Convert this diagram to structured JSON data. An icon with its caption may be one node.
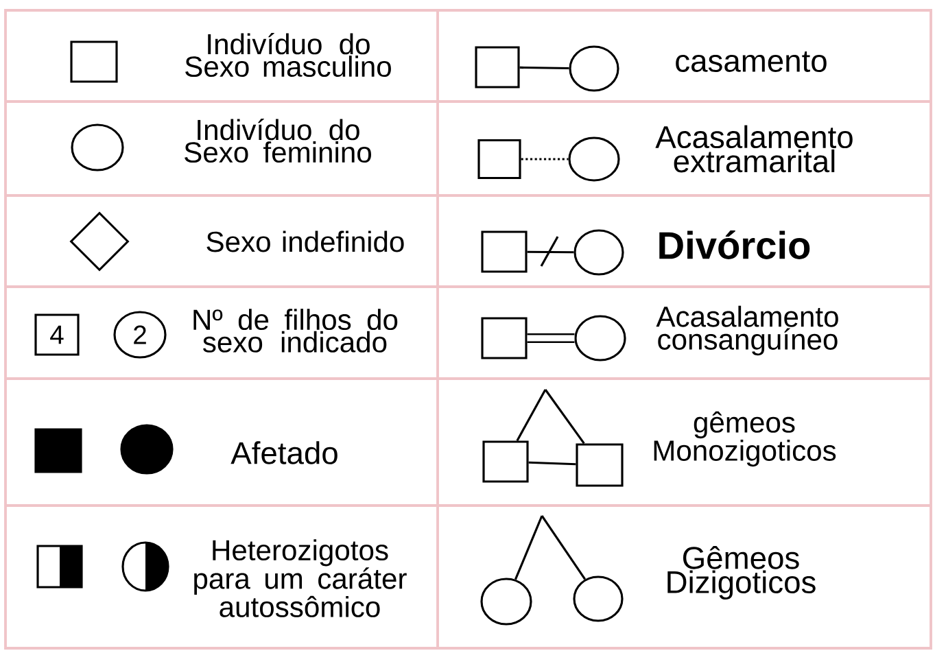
{
  "diagram": {
    "nodes": [
      {
        "text": [],
        "shape": "box"
      },
      {
        "text": [],
        "shape": "box"
      },
      {
        "text": [],
        "shape": "circle"
      },
      {
        "text": [],
        "shape": "circle"
      },
      {
        "text": [],
        "shape": "box"
      },
      {
        "text": [],
        "shape": "circle"
      },
      {
        "text": [],
        "shape": "diamond"
      },
      {
        "text": [],
        "shape": "box"
      },
      {
        "text": [],
        "shape": "circle"
      },
      {
        "text": [
          "4"
        ]
      },
      {
        "text": [
          "2"
        ]
      },
      {
        "text": [],
        "shape": "box"
      },
      {
        "text": [],
        "shape": "circle"
      },
      {
        "text": [],
        "shape": "box"
      },
      {
        "text": [],
        "shape": "circle"
      },
      {
        "text": [],
        "shape": "box"
      },
      {
        "text": [],
        "shape": "box"
      },
      {
        "text": [],
        "shape": "box"
      },
      {
        "text": [],
        "shape": "circle"
      },
      {
        "text": [],
        "shape": "circle"
      },
      {
        "text": [],
        "shape": "circle"
      }
    ],
    "edges": [
      {
        "from": 1,
        "to": 2,
        "arrow": "none"
      },
      {
        "from": 4,
        "to": 5,
        "arrow": "none",
        "style": "dashed"
      },
      {
        "from": 7,
        "to": 8,
        "arrow": "none"
      },
      {
        "from": 11,
        "to": 12,
        "arrow": "none",
        "style": "thick"
      },
      {
        "from": null,
        "to": 15,
        "arrow": "none"
      },
      {
        "from": null,
        "to": 16,
        "arrow": "none"
      },
      {
        "from": 15,
        "to": 16,
        "arrow": "none"
      },
      {
        "from": null,
        "to": 19,
        "arrow": "none"
      },
      {
        "from": null,
        "to": 20,
        "arrow": "none"
      }
    ],
    "labels": [
      "Indivíduo do Sexo masculino",
      "casamento",
      "Indivíduo do Sexo feminino",
      "Acasalamento extramarital",
      "Sexo indefinido",
      "Divórcio",
      "Nº de filhos do sexo indicado",
      "Acasalamento consanguíneo",
      "Afetado",
      "gêmeos Monozigoticos",
      "Heterozigotos para um caráter autossômico",
      "Gêmeos Dizigoticos"
    ]
  }
}
